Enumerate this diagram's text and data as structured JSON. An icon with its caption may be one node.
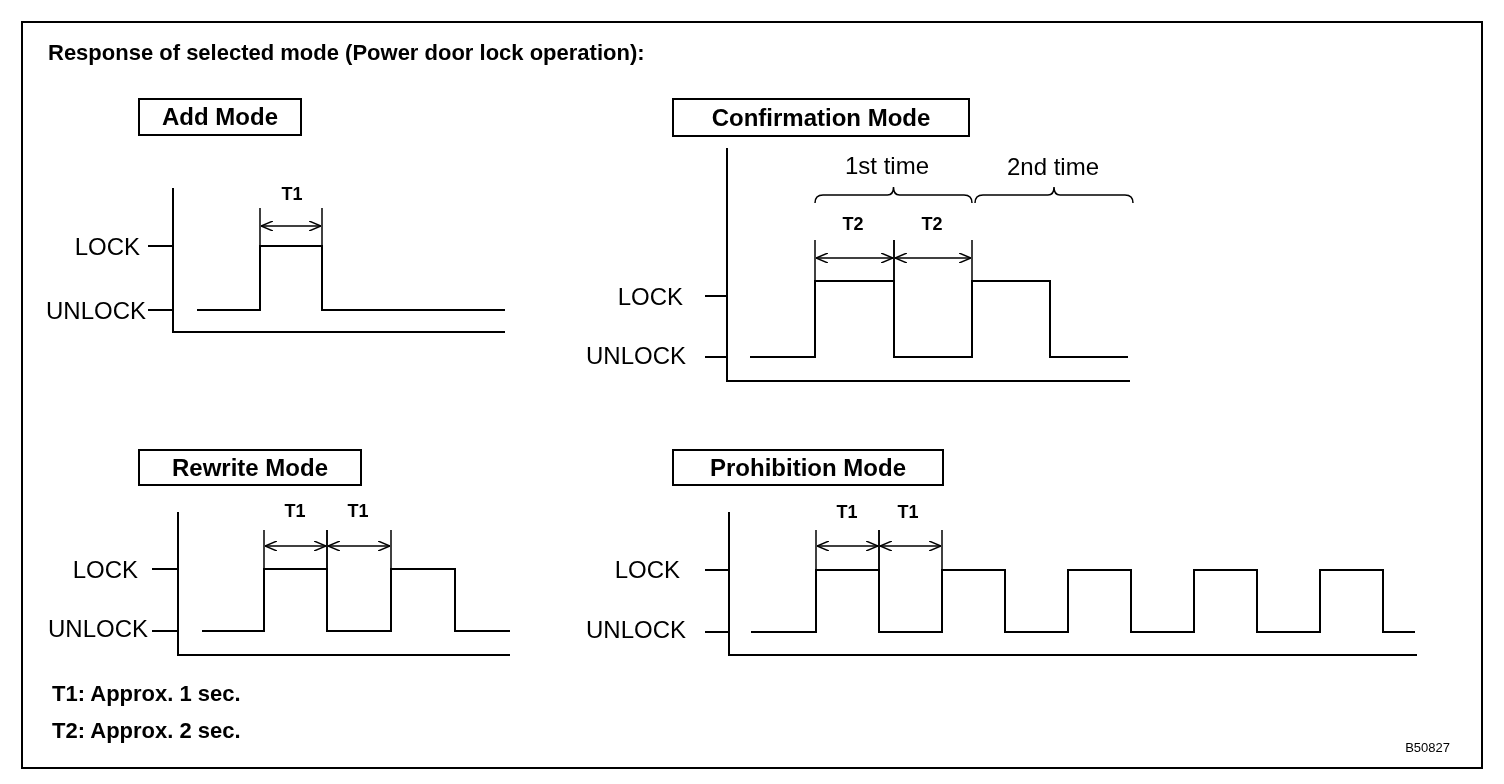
{
  "diagram": {
    "title": "Response of selected mode (Power door lock operation):",
    "nodes": [
      {
        "text": [
          "Add Mode"
        ]
      },
      {
        "text": [
          "Confirmation Mode"
        ]
      },
      {
        "text": [
          "Rewrite Mode"
        ]
      },
      {
        "text": [
          "Prohibition Mode"
        ]
      }
    ],
    "labels": [
      "T1",
      "LOCK",
      "UNLOCK",
      "1st time",
      "2nd time",
      "T2",
      "T2",
      "LOCK",
      "UNLOCK",
      "T1",
      "T1",
      "LOCK",
      "UNLOCK",
      "T1",
      "T1",
      "LOCK",
      "UNLOCK",
      "T1: Approx. 1 sec.",
      "T2: Approx. 2 sec.",
      "B50827"
    ]
  }
}
